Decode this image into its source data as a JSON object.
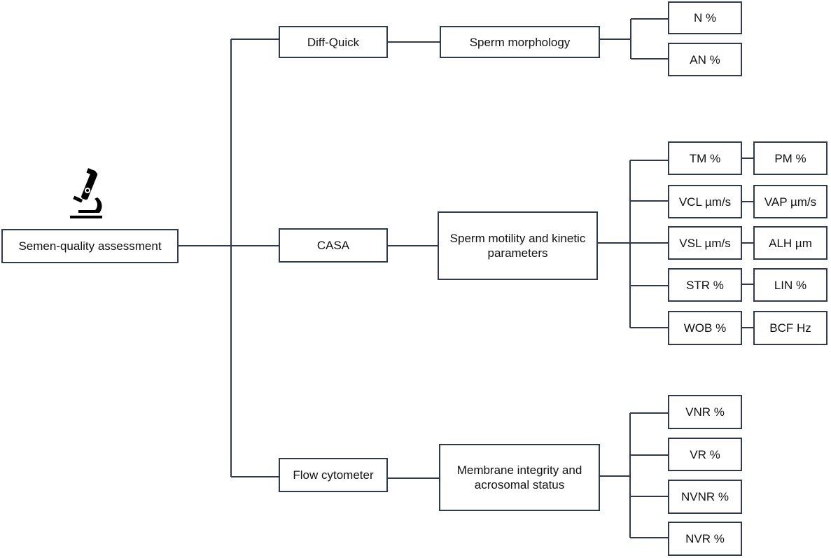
{
  "root": {
    "label": "Semen-quality assessment"
  },
  "icon": "microscope-icon",
  "colors": {
    "line": "#2f3a4e",
    "box_border": "#2f3a4e",
    "text": "#111111"
  },
  "methods": [
    {
      "label": "Diff-Quick",
      "analysis": "Sperm morphology",
      "parameters": [
        "N %",
        "AN %"
      ]
    },
    {
      "label": "CASA",
      "analysis": "Sperm motility and kinetic parameters",
      "parameters": [
        "TM %",
        "PM %",
        "VCL µm/s",
        "VAP µm/s",
        "VSL µm/s",
        "ALH µm",
        "STR %",
        "LIN %",
        "WOB %",
        "BCF Hz"
      ]
    },
    {
      "label": "Flow cytometer",
      "analysis": "Membrane integrity and acrosomal status",
      "parameters": [
        "VNR %",
        "VR %",
        "NVNR %",
        "NVR %"
      ]
    }
  ]
}
